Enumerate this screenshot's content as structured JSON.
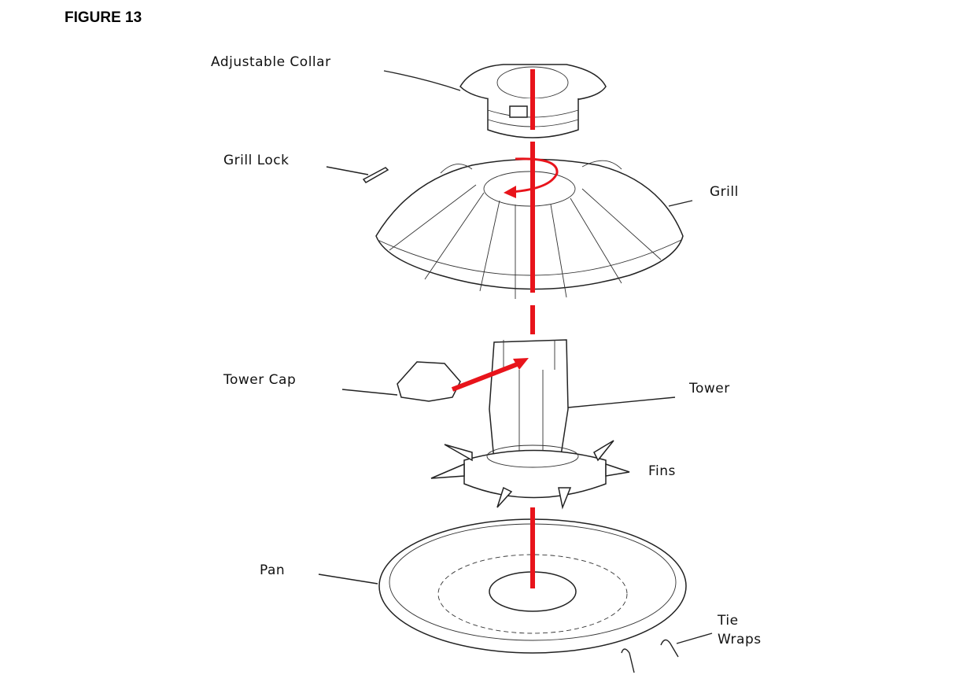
{
  "figure_title": "FIGURE 13",
  "labels": {
    "adjustable_collar": "Adjustable Collar",
    "grill_lock": "Grill Lock",
    "grill": "Grill",
    "tower_cap": "Tower Cap",
    "tower": "Tower",
    "fins": "Fins",
    "pan": "Pan",
    "tie_wraps_line1": "Tie",
    "tie_wraps_line2": "Wraps"
  },
  "colors": {
    "arrow": "#e8141b",
    "line": "#222222"
  }
}
